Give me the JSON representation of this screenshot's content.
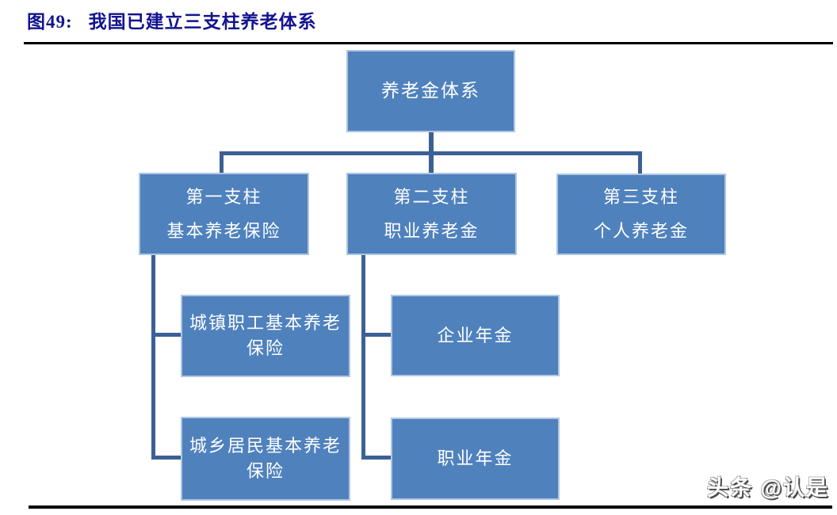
{
  "header": {
    "figure_label": "图49:",
    "caption": "我国已建立三支柱养老体系"
  },
  "watermark": {
    "text": "头条 @认是"
  },
  "colors": {
    "box_fill": "#4F81BD",
    "box_border": "#AFC6E2",
    "box_text": "#FFFFFF",
    "connector": "#3C6095",
    "title": "#13138F",
    "rule": "#000000"
  },
  "diagram": {
    "type": "hierarchy",
    "root": {
      "label": "养老金体系"
    },
    "pillars": [
      {
        "lines": [
          "第一支柱",
          "基本养老保险"
        ],
        "children": [
          {
            "lines": [
              "城镇职工基本养老",
              "保险"
            ]
          },
          {
            "lines": [
              "城乡居民基本养老",
              "保险"
            ]
          }
        ]
      },
      {
        "lines": [
          "第二支柱",
          "职业养老金"
        ],
        "children": [
          {
            "lines": [
              "企业年金"
            ]
          },
          {
            "lines": [
              "职业年金"
            ]
          }
        ]
      },
      {
        "lines": [
          "第三支柱",
          "个人养老金"
        ],
        "children": []
      }
    ]
  }
}
